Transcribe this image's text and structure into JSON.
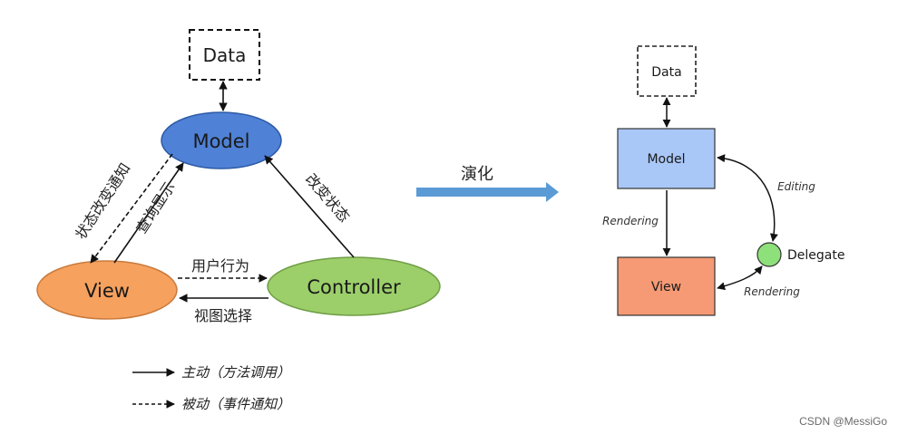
{
  "left": {
    "data": "Data",
    "model": "Model",
    "view": "View",
    "controller": "Controller",
    "edge_view_model_notify": "状态改变通知",
    "edge_view_model_query": "查询显示",
    "edge_controller_model": "改变状态",
    "edge_view_controller": "用户行为",
    "edge_controller_view": "视图选择",
    "colors": {
      "model": "#4f81d6",
      "view": "#f6a15e",
      "controller": "#9ccf6a"
    }
  },
  "transition": {
    "label": "演化",
    "arrow_color": "#5b9bd5"
  },
  "right": {
    "data": "Data",
    "model": "Model",
    "view": "View",
    "delegate": "Delegate",
    "edge_editing": "Editing",
    "edge_rendering_model_view": "Rendering",
    "edge_rendering_delegate_view": "Rendering",
    "colors": {
      "model": "#a9c7f7",
      "view": "#f59a74",
      "delegate": "#8ee07a"
    }
  },
  "legend": {
    "active": "主动（方法调用）",
    "passive": "被动（事件通知）"
  },
  "watermark": "CSDN @MessiGo"
}
